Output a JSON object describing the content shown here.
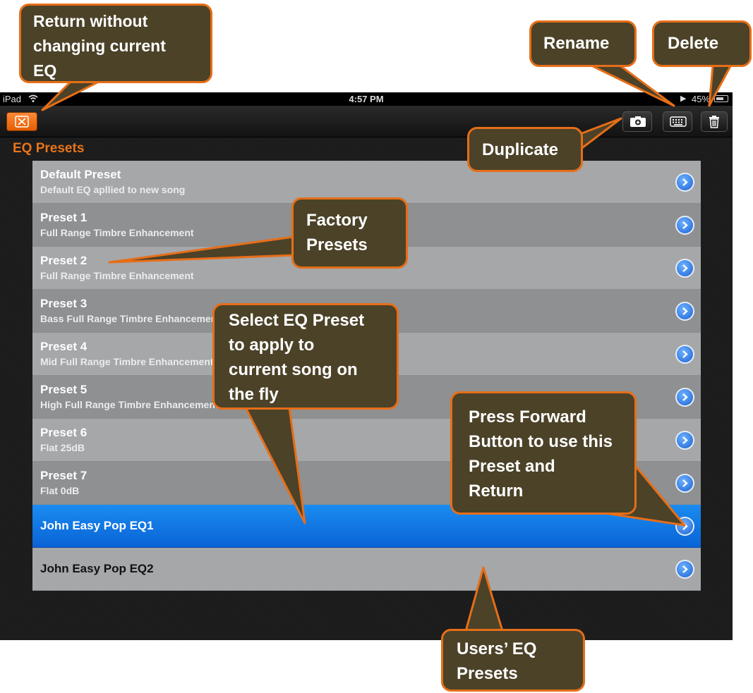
{
  "status_bar": {
    "carrier": "iPad",
    "time": "4:57 PM",
    "battery": "45%"
  },
  "toolbar": {
    "close_icon": "close-icon",
    "duplicate_icon": "duplicate-icon",
    "rename_icon": "keyboard-icon",
    "delete_icon": "trash-icon",
    "accent_color": "#e9741a"
  },
  "section_title": "EQ Presets",
  "presets": [
    {
      "name": "Default Preset",
      "description": "Default EQ apllied to new song"
    },
    {
      "name": "Preset 1",
      "description": "Full Range Timbre Enhancement"
    },
    {
      "name": "Preset 2",
      "description": "Full Range Timbre Enhancement"
    },
    {
      "name": "Preset 3",
      "description": "Bass Full Range Timbre Enhancement"
    },
    {
      "name": "Preset 4",
      "description": "Mid Full Range Timbre Enhancement"
    },
    {
      "name": "Preset 5",
      "description": "High Full Range Timbre Enhancement"
    },
    {
      "name": "Preset 6",
      "description": "Flat 25dB"
    },
    {
      "name": "Preset 7",
      "description": "Flat 0dB"
    },
    {
      "name": "John Easy Pop EQ1",
      "description": ""
    },
    {
      "name": "John Easy Pop EQ2",
      "description": ""
    }
  ],
  "selected_preset": "John Easy Pop EQ1",
  "callouts": {
    "return": [
      "Return without",
      "changing current",
      "EQ"
    ],
    "rename": [
      "Rename"
    ],
    "delete": [
      "Delete"
    ],
    "duplicate": [
      "Duplicate"
    ],
    "factory": [
      "Factory",
      "Presets"
    ],
    "select": [
      "Select  EQ Preset",
      "to apply to",
      "current song on",
      "the fly"
    ],
    "forward": [
      "Press Forward",
      "Button to use this",
      "Preset and",
      "Return"
    ],
    "users": [
      "Users’ EQ",
      "Presets"
    ]
  }
}
